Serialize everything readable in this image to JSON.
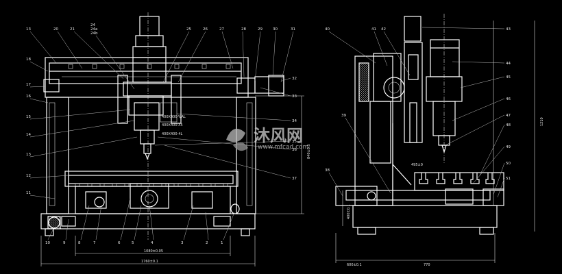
{
  "watermark": {
    "brand": "沐风网",
    "url": "www.mfcad.com"
  },
  "front_view": {
    "labels_top": [
      "13",
      "20",
      "21",
      "24",
      "24a",
      "24b",
      "25",
      "26",
      "27",
      "28",
      "29",
      "30",
      "31"
    ],
    "labels_left": [
      "18",
      "17",
      "16",
      "15",
      "14",
      "13",
      "12",
      "11"
    ],
    "labels_right": [
      "32",
      "33",
      "34",
      "35",
      "36",
      "37"
    ],
    "labels_bottom": [
      "10",
      "9",
      "8",
      "7",
      "6",
      "5",
      "4",
      "3",
      "2",
      "1"
    ],
    "notes": [
      "400X400-Y/AL",
      "400X400-X5",
      "400X400-4L"
    ],
    "dims": {
      "inner_width": "1080±0.05",
      "total_width": "1760±0.1",
      "height": "840±0.5"
    }
  },
  "side_view": {
    "labels_top": [
      "40",
      "41",
      "42",
      "43",
      "44",
      "45",
      "46",
      "47",
      "48",
      "49",
      "50",
      "51"
    ],
    "labels_left": [
      "38",
      "39"
    ],
    "dims": {
      "left_offset": "600±0.1",
      "base": "770",
      "height": "1210",
      "side_small": "400±0.1",
      "rail": "495±0"
    }
  }
}
